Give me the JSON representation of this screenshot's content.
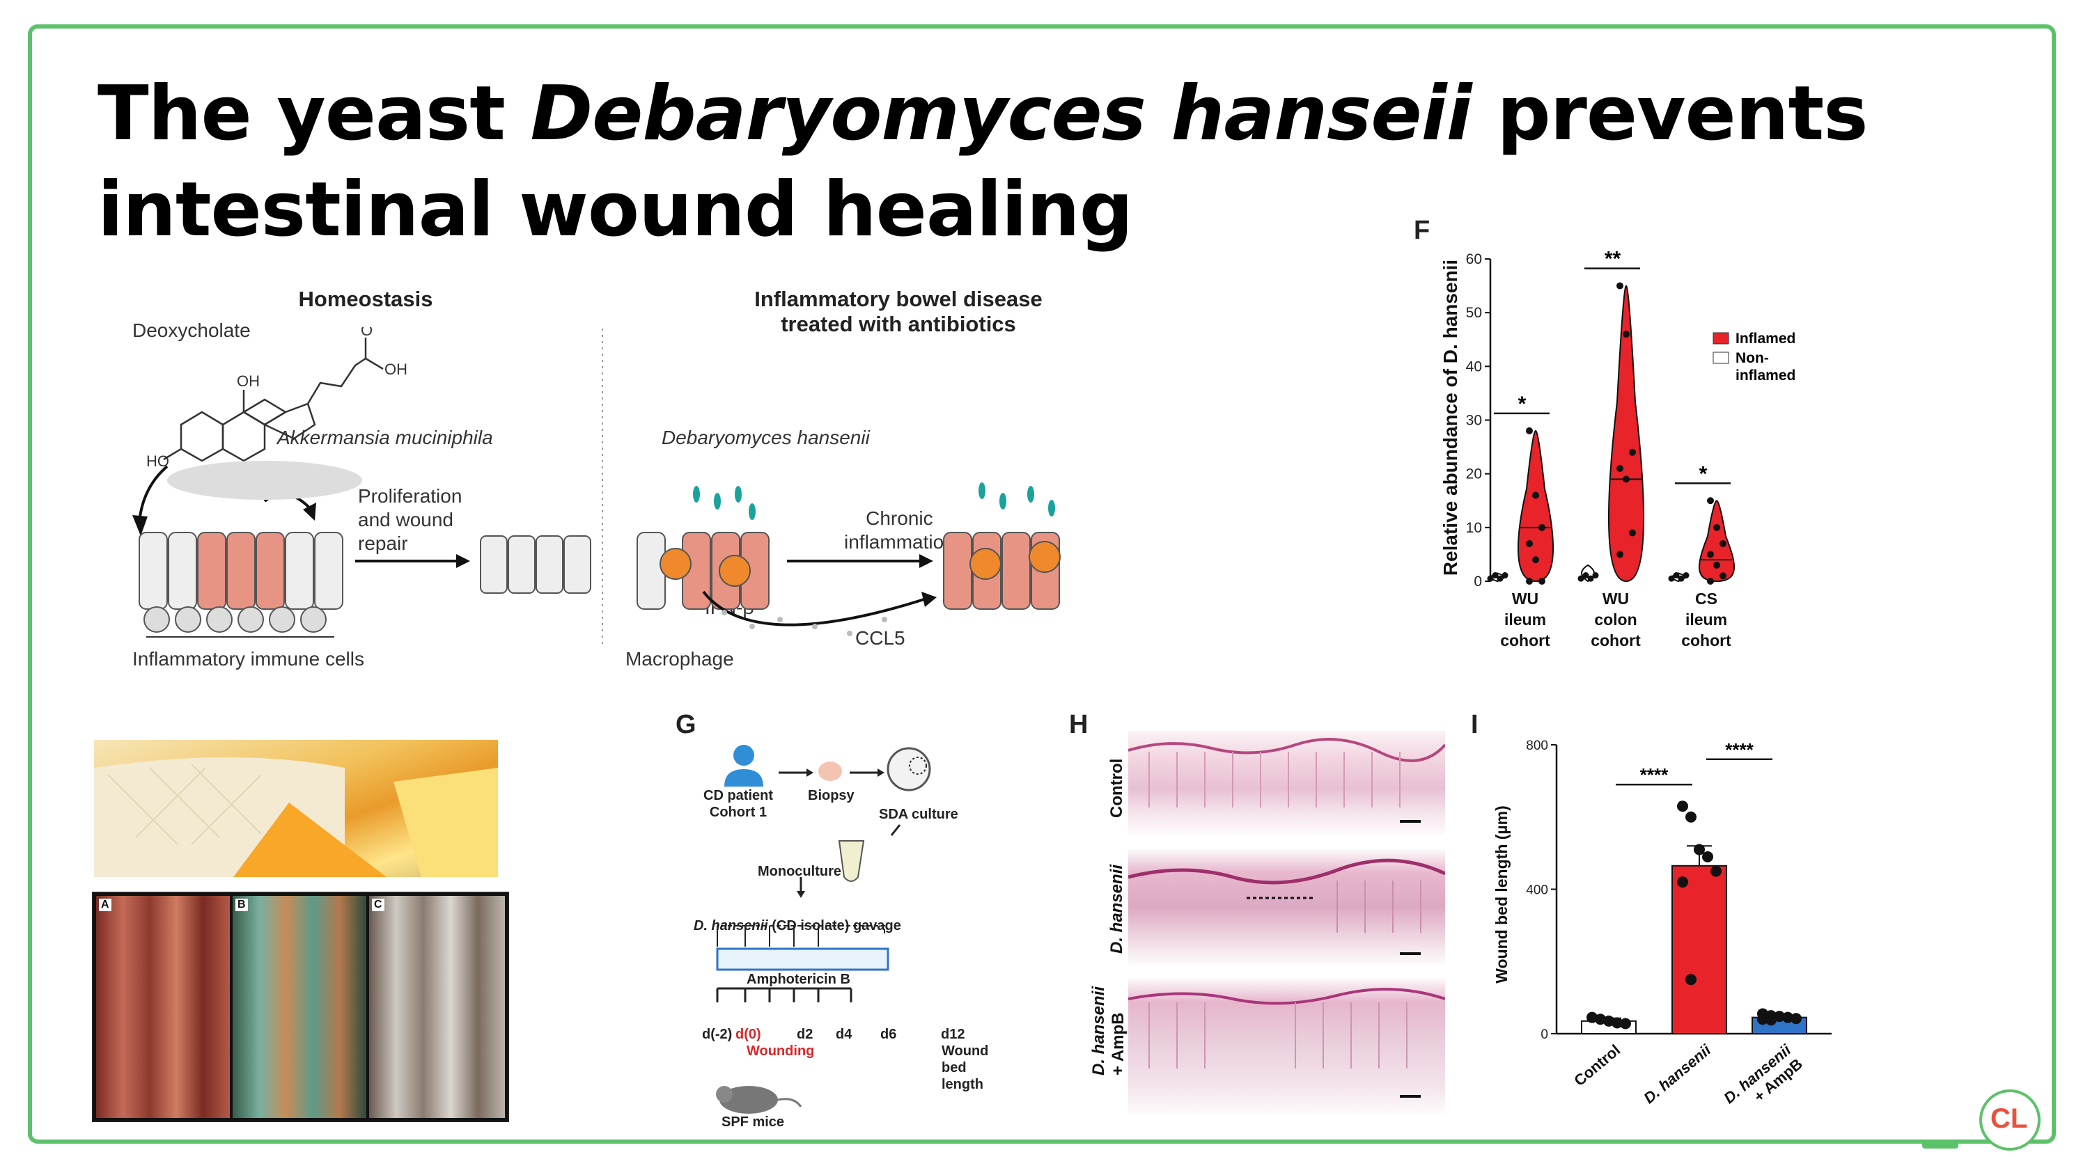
{
  "title": {
    "part1": "The yeast ",
    "italic": "Debaryomyces hanseii",
    "part2": " prevents",
    "line2": "intestinal wound healing"
  },
  "schematic": {
    "left_title": "Homeostasis",
    "deoxycholate": "Deoxycholate",
    "akkermansia": "Akkermansia muciniphila",
    "proliferation": "Proliferation\nand wound\nrepair",
    "immune_cells": "Inflammatory immune cells",
    "right_title": "Inflammatory bowel disease\ntreated with antibiotics",
    "debaryomyces": "Debaryomyces hansenii",
    "chronic": "Chronic\ninflammation",
    "ifn": "IFN-β",
    "ccl5": "CCL5",
    "macrophage": "Macrophage"
  },
  "panel_letters": {
    "F": "F",
    "G": "G",
    "H": "H",
    "I": "I"
  },
  "photo_labels": [
    "A",
    "B",
    "C"
  ],
  "chart_data": [
    {
      "type": "violin",
      "panel": "F",
      "ylabel": "Relative abundance of D. hansenii",
      "ylim": [
        0,
        60
      ],
      "yticks": [
        0,
        10,
        20,
        30,
        40,
        50,
        60
      ],
      "categories": [
        "WU ileum cohort",
        "WU colon cohort",
        "CS ileum cohort"
      ],
      "series": [
        {
          "name": "Inflamed",
          "color": "#e8232a",
          "medians": [
            10,
            19,
            4
          ],
          "max": [
            28,
            55,
            15
          ],
          "points": [
            [
              28,
              16,
              10,
              7,
              4,
              0,
              0
            ],
            [
              55,
              46,
              24,
              21,
              19,
              9,
              5
            ],
            [
              15,
              10,
              7,
              5,
              3,
              1,
              0
            ]
          ]
        },
        {
          "name": "Non-inflamed",
          "color": "#ffffff",
          "medians": [
            0.5,
            0.5,
            0.5
          ],
          "max": [
            1.5,
            3,
            1.5
          ]
        }
      ],
      "significance": [
        "*",
        "**",
        "*"
      ],
      "legend": [
        "Inflamed",
        "Non-\ninflamed"
      ],
      "legend_position": "top-right"
    },
    {
      "type": "bar",
      "panel": "I",
      "ylabel": "Wound bed length (µm)",
      "ylim": [
        0,
        800
      ],
      "yticks": [
        0,
        400,
        800
      ],
      "categories": [
        "Control",
        "D. hansenii",
        "D. hansenii\n+ AmpB"
      ],
      "values": [
        35,
        465,
        45
      ],
      "errors": [
        8,
        55,
        6
      ],
      "colors": [
        "#ffffff",
        "#e8232a",
        "#2f74c8"
      ],
      "points": [
        [
          45,
          40,
          35,
          30,
          28
        ],
        [
          630,
          600,
          510,
          490,
          450,
          420,
          150
        ],
        [
          55,
          50,
          48,
          45,
          42,
          40,
          38
        ]
      ],
      "significance": [
        "****",
        "****"
      ]
    }
  ],
  "panelG": {
    "patient": "CD patient\nCohort 1",
    "biopsy": "Biopsy",
    "sda": "SDA culture",
    "mono": "Monoculture",
    "gavage_italic": "D. hansenii",
    "gavage_rest": " (CD isolate) gavage",
    "ampho": "Amphotericin B",
    "days": [
      "d(-2)",
      "d(0)",
      "d2",
      "d4",
      "d6",
      "d12"
    ],
    "wounding": "Wounding",
    "wound_bed": "Wound\nbed\nlength",
    "mice": "SPF mice"
  },
  "panelH": {
    "rows": [
      "Control",
      "D. hansenii",
      "D. hansenii\n+ AmpB"
    ]
  },
  "logo": "CL",
  "colors": {
    "accent": "#5cc26a",
    "inflamed": "#e8232a",
    "ampb": "#2f74c8"
  }
}
